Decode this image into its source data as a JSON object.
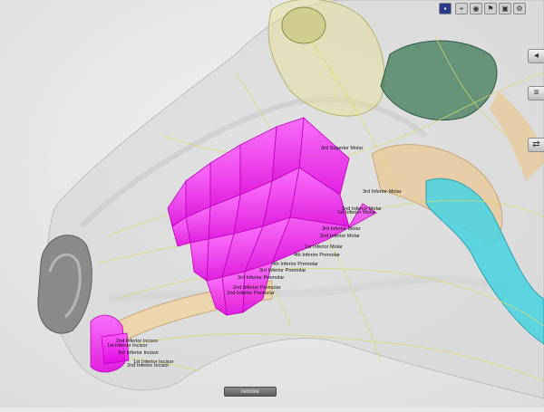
{
  "toolbar": {
    "buttons": [
      {
        "name": "language-flag-icon"
      },
      {
        "name": "pin-icon"
      },
      {
        "name": "eye-icon"
      },
      {
        "name": "flag-icon"
      },
      {
        "name": "camera-icon"
      },
      {
        "name": "settings-icon"
      }
    ]
  },
  "side_controls": [
    {
      "name": "collapse-panel-icon"
    },
    {
      "name": "layers-icon"
    },
    {
      "name": "swap-icon"
    }
  ],
  "labels": [
    {
      "text": "3rd Superior Molar"
    },
    {
      "text": "3rd Inferior Molar"
    },
    {
      "text": "2nd Inferior Molar"
    },
    {
      "text": "1st Inferior Molar"
    },
    {
      "text": "3rd Inferior Molar"
    },
    {
      "text": "2nd Inferior Molar"
    },
    {
      "text": "1st Inferior Molar"
    },
    {
      "text": "4th Inferior Premolar"
    },
    {
      "text": "4th Inferior Premolar"
    },
    {
      "text": "3rd Inferior Premolar"
    },
    {
      "text": "3rd Inferior Premolar"
    },
    {
      "text": "2nd Inferior Premolar"
    },
    {
      "text": "2nd Inferior Premolar"
    },
    {
      "text": "2nd Inferior Incisor"
    },
    {
      "text": "1st Inferior Incisor"
    },
    {
      "text": "3rd Inferior Incisor"
    },
    {
      "text": "1st Inferior Incisor"
    },
    {
      "text": "2nd Inferior Incisor"
    }
  ],
  "remove_label": "remove",
  "colors": {
    "selection": "#ff19ff",
    "nerves": "#d9d96a",
    "background": "#e9e9e9"
  }
}
